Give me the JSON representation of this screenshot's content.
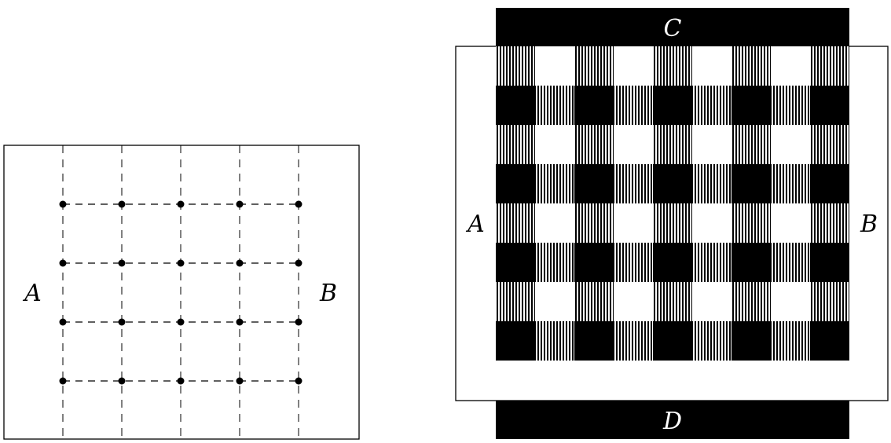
{
  "left_diagram": {
    "label_left": "A",
    "label_right": "B",
    "grid_columns": 5,
    "grid_rows": 4
  },
  "right_diagram": {
    "label_left": "A",
    "label_right": "B",
    "label_top": "C",
    "label_bottom": "D",
    "cell_columns": 9,
    "cell_rows": 8
  }
}
